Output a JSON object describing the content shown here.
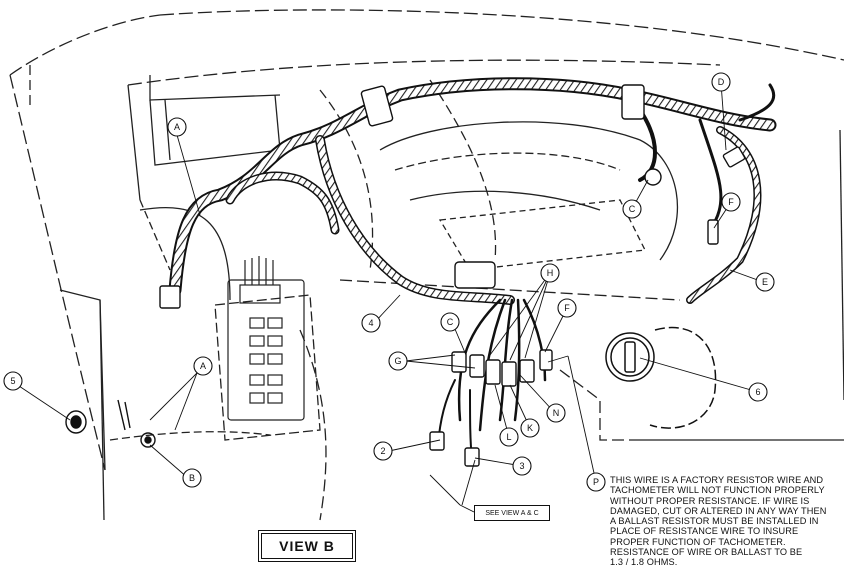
{
  "callouts": {
    "A1": "A",
    "A2": "A",
    "B": "B",
    "C1": "C",
    "C2": "C",
    "D": "D",
    "E": "E",
    "F1": "F",
    "F2": "F",
    "G": "G",
    "H": "H",
    "K": "K",
    "L": "L",
    "N": "N",
    "P": "P",
    "n2": "2",
    "n3": "3",
    "n4": "4",
    "n5": "5",
    "n6": "6"
  },
  "note": {
    "lines": [
      "THIS WIRE IS A FACTORY RESISTOR WIRE AND",
      "TACHOMETER WILL NOT FUNCTION PROPERLY",
      "WITHOUT PROPER RESISTANCE. IF WIRE IS",
      "DAMAGED, CUT OR ALTERED IN ANY WAY THEN",
      "A BALLAST RESISTOR MUST BE INSTALLED IN",
      "PLACE OF RESISTANCE WIRE TO INSURE",
      "PROPER FUNCTION OF TACHOMETER.",
      "RESISTANCE OF WIRE OR BALLAST TO BE",
      "1.3 / 1.8 OHMS."
    ]
  },
  "see_view_label": "SEE VIEW A & C",
  "view_title": "VIEW B"
}
